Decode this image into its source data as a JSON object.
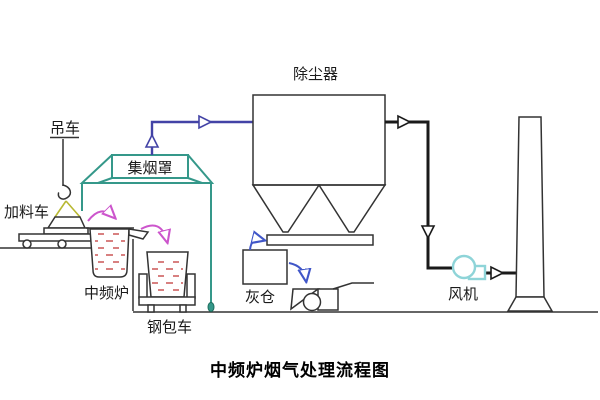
{
  "diagram": {
    "title": "中频炉烟气处理流程图",
    "labels": {
      "crane": "吊车",
      "feeding_car": "加料车",
      "smoke_hood": "集烟罩",
      "furnace": "中频炉",
      "ladle_car": "钢包车",
      "dust_collector": "除尘器",
      "ash_bin": "灰仓",
      "fan": "风机"
    },
    "colors": {
      "hood_teal": "#35988a",
      "pipe_blue": "#4343a6",
      "grid_blue_dark": "#4a4aa8",
      "grid_blue_light": "#9aa0d8",
      "pipe_black": "#1a1a1a",
      "dash_red": "#d88080",
      "arrow_magenta": "#cc55cc",
      "arrow_blue": "#4056c8",
      "fan_cyan": "#8ed4d8",
      "sling_olive": "#b8b832",
      "outline": "#333333"
    }
  }
}
